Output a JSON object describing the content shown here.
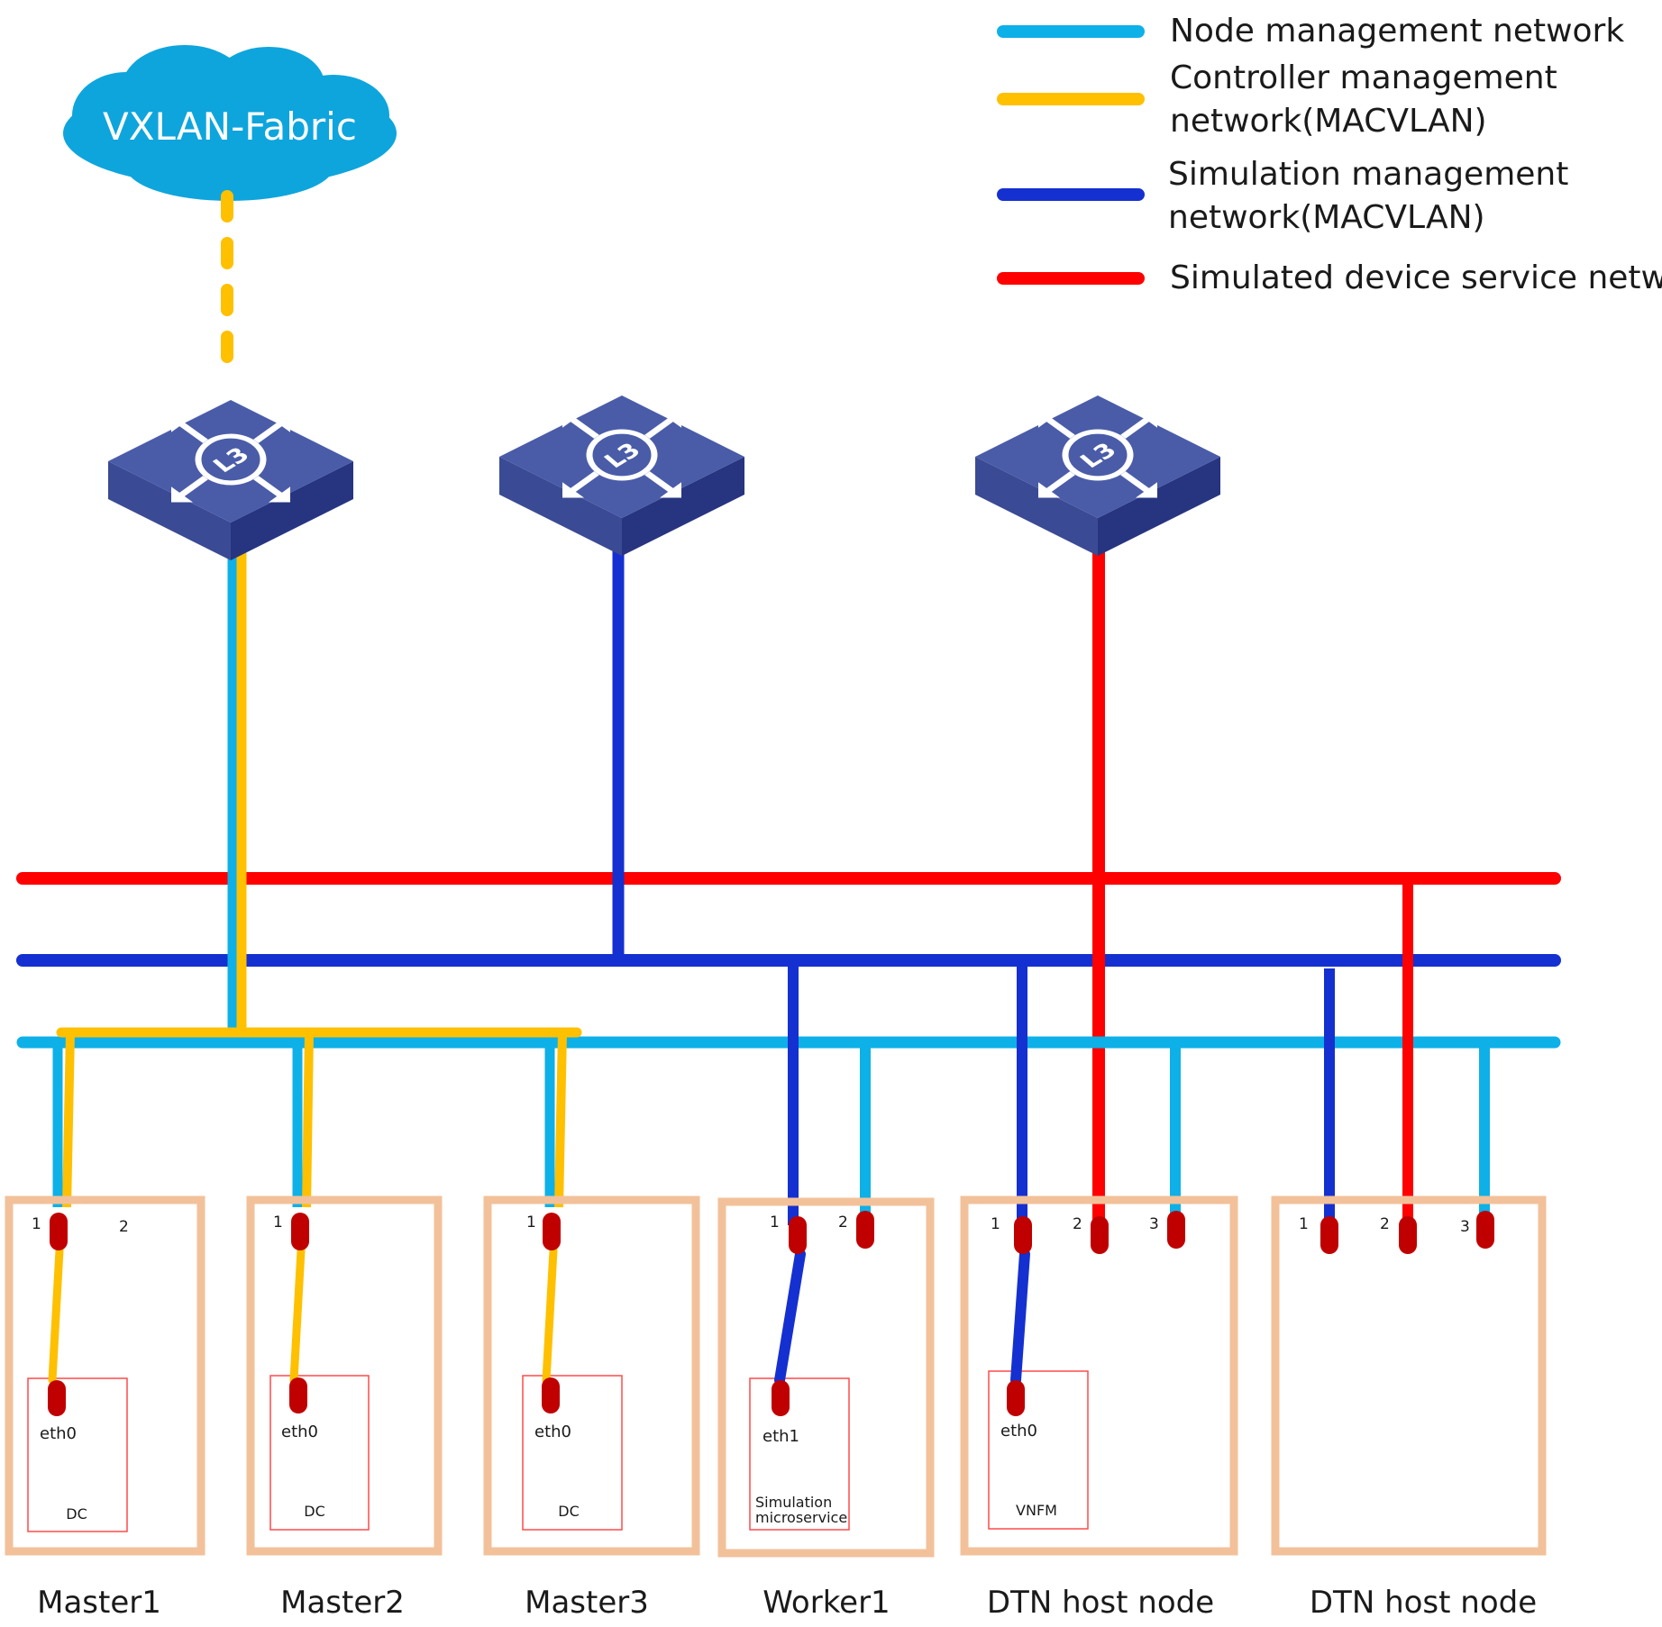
{
  "colors": {
    "node_management": "#0eb0e8",
    "controller_management": "#ffc000",
    "simulation_management": "#1530d0",
    "simulated_service": "#ff0000",
    "node_box": "#f2c19a",
    "port": "#c00000",
    "switch_top": "#4a5ca8",
    "cloud": "#0ea5dd"
  },
  "legend": [
    {
      "label_lines": [
        "Node management network"
      ],
      "color_key": "node_management"
    },
    {
      "label_lines": [
        "Controller management",
        "network(MACVLAN)"
      ],
      "color_key": "controller_management"
    },
    {
      "label_lines": [
        "Simulation management",
        "network(MACVLAN)"
      ],
      "color_key": "simulation_management"
    },
    {
      "label_lines": [
        "Simulated device service network"
      ],
      "color_key": "simulated_service"
    }
  ],
  "cloud": {
    "label": "VXLAN-Fabric"
  },
  "switches": [
    {
      "label": "L3",
      "icon": "l3-switch-icon"
    },
    {
      "label": "L3",
      "icon": "l3-switch-icon"
    },
    {
      "label": "L3",
      "icon": "l3-switch-icon"
    }
  ],
  "nodes": [
    {
      "name": "Master1",
      "ports": [
        "1",
        "2"
      ],
      "service": {
        "iface": "eth0",
        "lines": [
          "DC"
        ]
      }
    },
    {
      "name": "Master2",
      "ports": [
        "1"
      ],
      "service": {
        "iface": "eth0",
        "lines": [
          "DC"
        ]
      }
    },
    {
      "name": "Master3",
      "ports": [
        "1"
      ],
      "service": {
        "iface": "eth0",
        "lines": [
          "DC"
        ]
      }
    },
    {
      "name": "Worker1",
      "ports": [
        "1",
        "2"
      ],
      "service": {
        "iface": "eth1",
        "lines": [
          "Simulation",
          "microservice"
        ]
      }
    },
    {
      "name": "DTN host node",
      "ports": [
        "1",
        "2",
        "3"
      ],
      "service": {
        "iface": "eth0",
        "lines": [
          "VNFM"
        ]
      }
    },
    {
      "name": "DTN host node",
      "ports": [
        "1",
        "2",
        "3"
      ],
      "service": null
    }
  ]
}
